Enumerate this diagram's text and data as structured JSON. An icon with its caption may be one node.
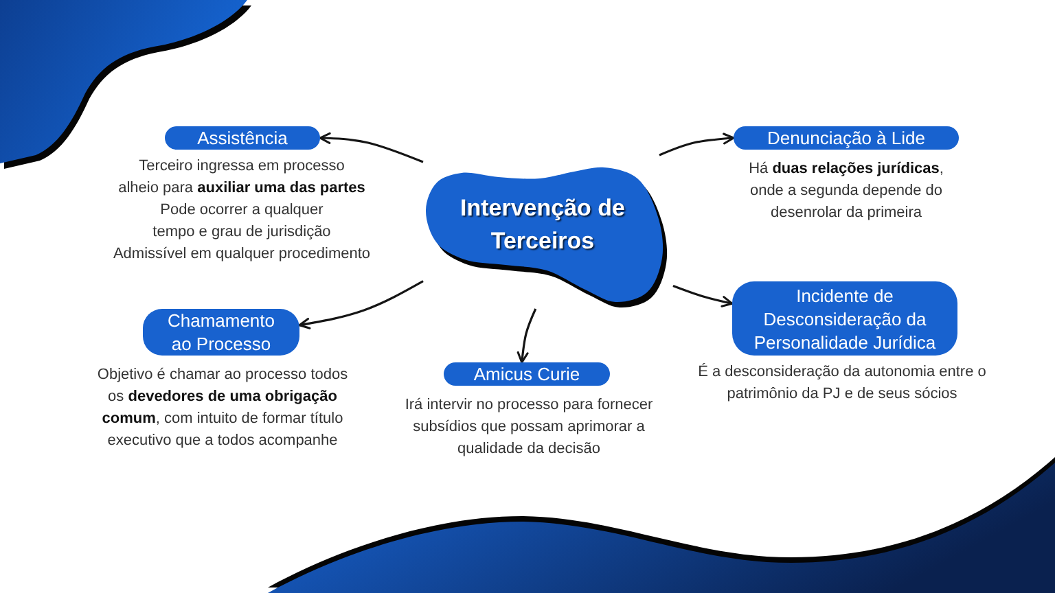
{
  "diagram": {
    "nodes": [
      {
        "text": [
          "Intervenção de Terceiros"
        ]
      },
      {
        "text": [
          "Assistência"
        ],
        "beside": [
          "Terceiro ingressa em processo alheio para **auxiliar uma das partes**",
          "Pode ocorrer a qualquer tempo e grau de jurisdição",
          "Admissível em qualquer procedimento"
        ]
      },
      {
        "text": [
          "Denunciação à Lide"
        ],
        "beside": [
          "Há **duas relações jurídicas**, onde a segunda depende do desenrolar da primeira"
        ]
      },
      {
        "text": [
          "Chamamento ao Processo"
        ],
        "beside": [
          "Objetivo é chamar ao processo todos os **devedores de uma obrigação comum**, com intuito de formar título executivo que a todos acompanhe"
        ]
      },
      {
        "text": [
          "Incidente de Desconsideração da Personalidade Jurídica"
        ],
        "beside": [
          "É a desconsideração da autonomia entre o patrimônio da PJ e de seus sócios"
        ]
      },
      {
        "text": [
          "Amicus Curie"
        ],
        "beside": [
          "Irá intervir no processo para fornecer subsídios que possam aprimorar a qualidade da decisão"
        ]
      }
    ],
    "edges": [
      {
        "from": 0,
        "to": 1,
        "arrow": "to"
      },
      {
        "from": 0,
        "to": 2,
        "arrow": "to"
      },
      {
        "from": 0,
        "to": 3,
        "arrow": "to"
      },
      {
        "from": 0,
        "to": 4,
        "arrow": "to"
      },
      {
        "from": 0,
        "to": 5,
        "arrow": "to"
      }
    ]
  }
}
